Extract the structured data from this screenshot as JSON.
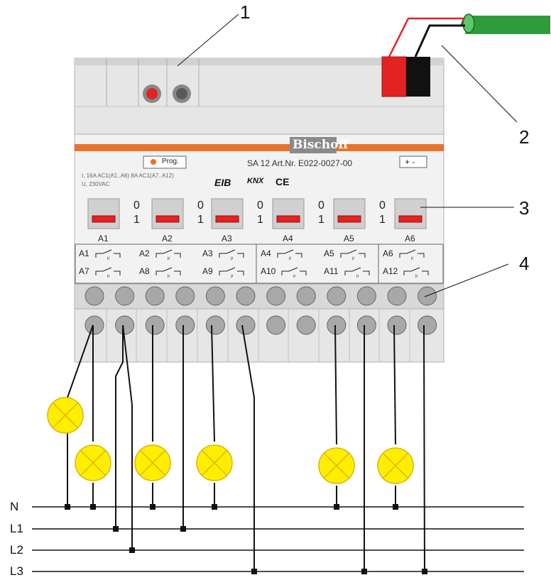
{
  "callouts": [
    "1",
    "2",
    "3",
    "4"
  ],
  "device": {
    "brand": "Bischoff",
    "model": "SA 12  Art.Nr. E022-0027-00",
    "rating_line1": "I, 16A AC1(A1..A6) 8A AC1(A7..A12)",
    "rating_line2": "U, 230VAC",
    "prog_label": "Prog.",
    "plus_minus": "+ -",
    "logos": [
      "EIB",
      "KNX",
      "CE"
    ],
    "switch_off": "0",
    "switch_on": "1",
    "channels": [
      "A1",
      "A2",
      "A3",
      "A4",
      "A5",
      "A6"
    ],
    "contact_pairs": [
      [
        "A1",
        "A7"
      ],
      [
        "A2",
        "A8"
      ],
      [
        "A3",
        "A9"
      ],
      [
        "A4",
        "A10"
      ],
      [
        "A5",
        "A11"
      ],
      [
        "A6",
        "A12"
      ]
    ],
    "terminal_count": 12
  },
  "lines": [
    "N",
    "L1",
    "L2",
    "L3"
  ],
  "lamp_count": 6,
  "colors": {
    "housing": "#e6e6e6",
    "housing_edge": "#b0b0b0",
    "orange_stripe": "#e8722c",
    "switch_red": "#e32222",
    "lamp_fill": "#ffee00",
    "lamp_outline": "#d8b800",
    "cable_green": "#2e9c3a",
    "wire": "#111111"
  }
}
